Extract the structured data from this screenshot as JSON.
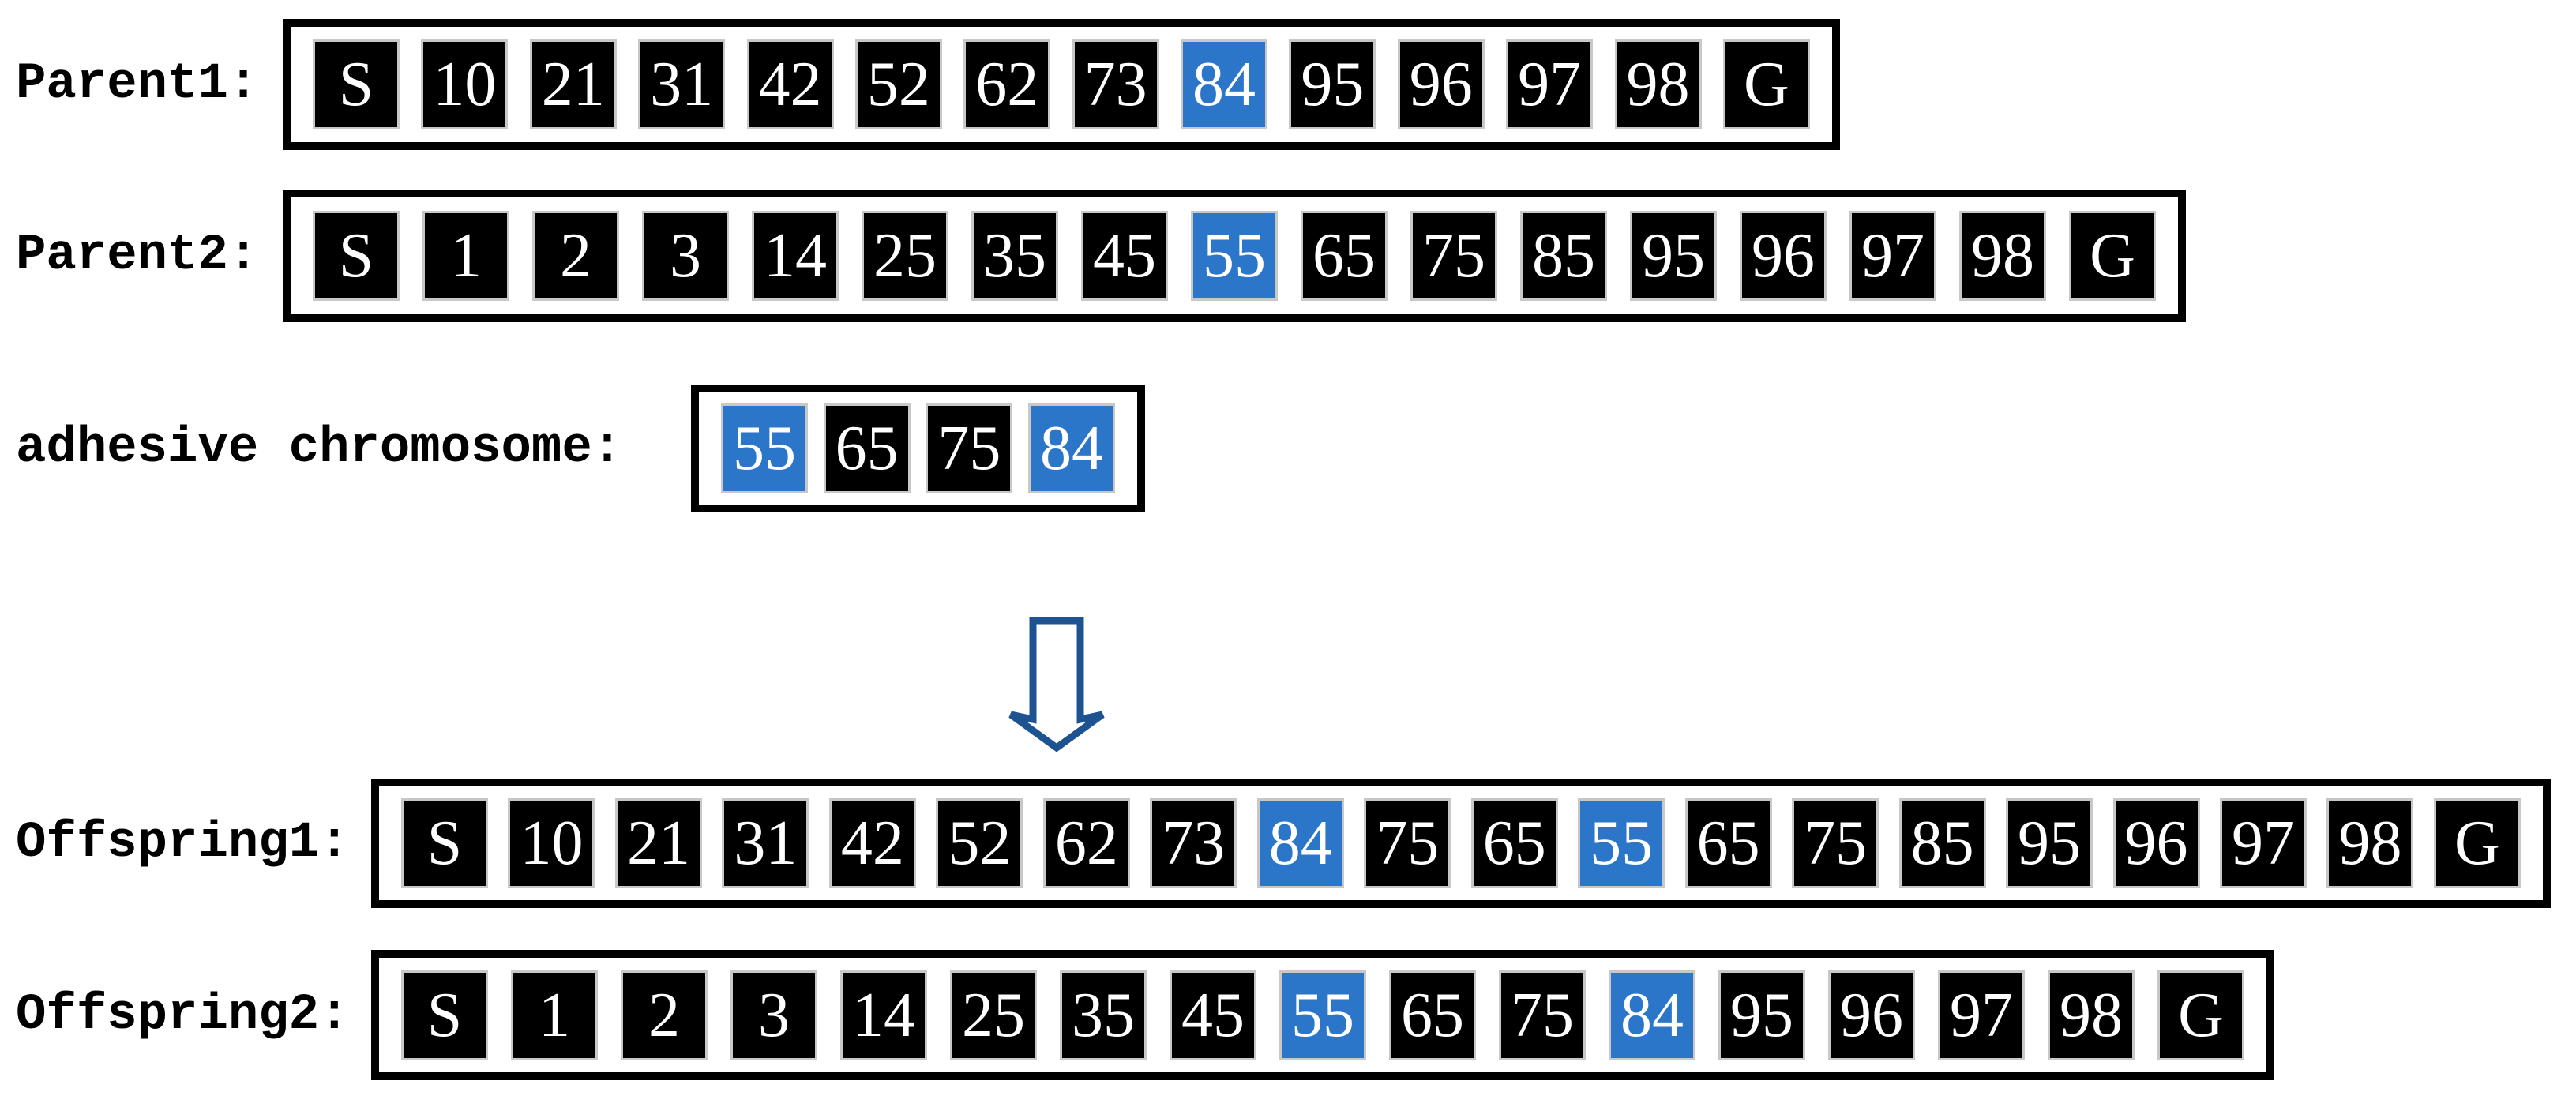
{
  "rows": [
    {
      "label": "Parent1:",
      "cells": [
        {
          "v": "S"
        },
        {
          "v": "10"
        },
        {
          "v": "21"
        },
        {
          "v": "31"
        },
        {
          "v": "42"
        },
        {
          "v": "52"
        },
        {
          "v": "62"
        },
        {
          "v": "73"
        },
        {
          "v": "84",
          "hl": true
        },
        {
          "v": "95"
        },
        {
          "v": "96"
        },
        {
          "v": "97"
        },
        {
          "v": "98"
        },
        {
          "v": "G"
        }
      ]
    },
    {
      "label": "Parent2:",
      "cells": [
        {
          "v": "S"
        },
        {
          "v": "1"
        },
        {
          "v": "2"
        },
        {
          "v": "3"
        },
        {
          "v": "14"
        },
        {
          "v": "25"
        },
        {
          "v": "35"
        },
        {
          "v": "45"
        },
        {
          "v": "55",
          "hl": true
        },
        {
          "v": "65"
        },
        {
          "v": "75"
        },
        {
          "v": "85"
        },
        {
          "v": "95"
        },
        {
          "v": "96"
        },
        {
          "v": "97"
        },
        {
          "v": "98"
        },
        {
          "v": "G"
        }
      ]
    },
    {
      "label": "adhesive chromosome:",
      "cells": [
        {
          "v": "55",
          "hl": true
        },
        {
          "v": "65"
        },
        {
          "v": "75"
        },
        {
          "v": "84",
          "hl": true
        }
      ]
    },
    {
      "label": "Offspring1:",
      "cells": [
        {
          "v": "S"
        },
        {
          "v": "10"
        },
        {
          "v": "21"
        },
        {
          "v": "31"
        },
        {
          "v": "42"
        },
        {
          "v": "52"
        },
        {
          "v": "62"
        },
        {
          "v": "73"
        },
        {
          "v": "84",
          "hl": true
        },
        {
          "v": "75"
        },
        {
          "v": "65"
        },
        {
          "v": "55",
          "hl": true
        },
        {
          "v": "65"
        },
        {
          "v": "75"
        },
        {
          "v": "85"
        },
        {
          "v": "95"
        },
        {
          "v": "96"
        },
        {
          "v": "97"
        },
        {
          "v": "98"
        },
        {
          "v": "G"
        }
      ]
    },
    {
      "label": "Offspring2:",
      "cells": [
        {
          "v": "S"
        },
        {
          "v": "1"
        },
        {
          "v": "2"
        },
        {
          "v": "3"
        },
        {
          "v": "14"
        },
        {
          "v": "25"
        },
        {
          "v": "35"
        },
        {
          "v": "45"
        },
        {
          "v": "55",
          "hl": true
        },
        {
          "v": "65"
        },
        {
          "v": "75"
        },
        {
          "v": "84",
          "hl": true
        },
        {
          "v": "95"
        },
        {
          "v": "96"
        },
        {
          "v": "97"
        },
        {
          "v": "98"
        },
        {
          "v": "G"
        }
      ]
    }
  ],
  "arrow": {
    "icon": "down-arrow"
  },
  "colors": {
    "highlight": "#2C76C9",
    "cell_bg": "#000000",
    "cell_border": "#C8C8C8",
    "box_border": "#000000",
    "arrow_stroke": "#1D5390",
    "cell_text": "#FFFFFF",
    "label_text": "#000000"
  }
}
